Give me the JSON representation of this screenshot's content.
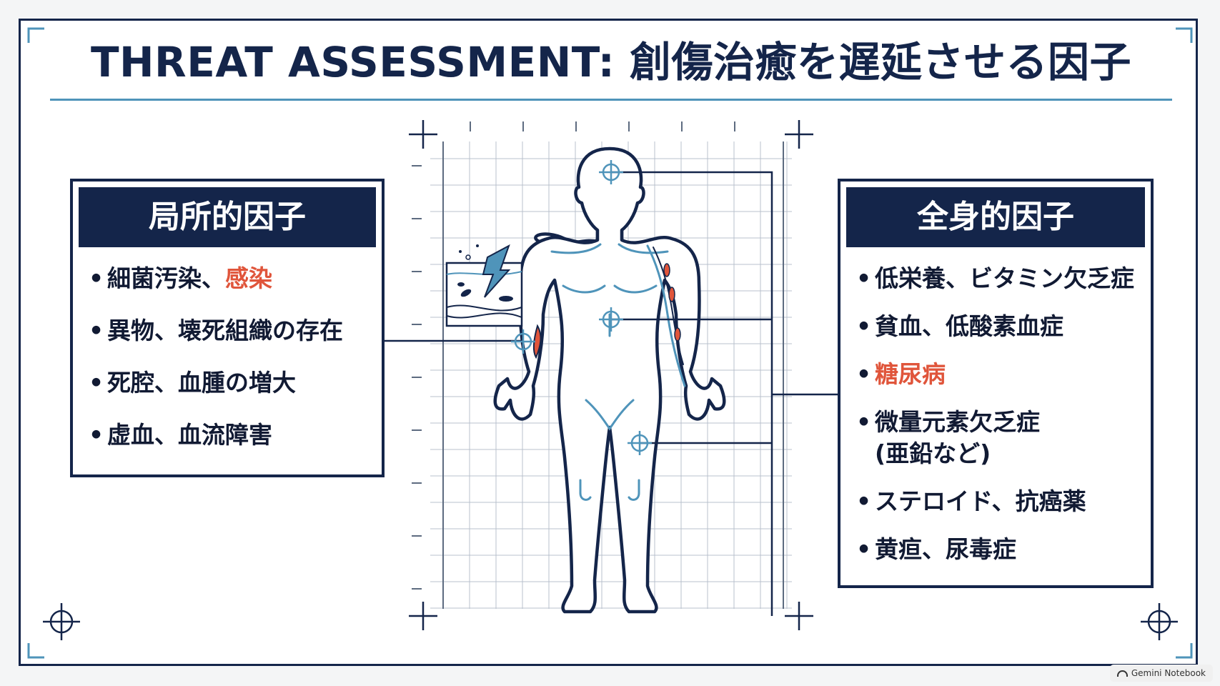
{
  "title": "THREAT ASSESSMENT: 創傷治癒を遅延させる因子",
  "local_factors": {
    "header": "局所的因子",
    "items": [
      {
        "text": "細菌汚染、",
        "highlight": "感染"
      },
      {
        "text": "異物、壊死組織の存在",
        "highlight": ""
      },
      {
        "text": "死腔、血腫の増大",
        "highlight": ""
      },
      {
        "text": "虚血、血流障害",
        "highlight": ""
      }
    ]
  },
  "systemic_factors": {
    "header": "全身的因子",
    "items": [
      {
        "text": "低栄養、ビタミン欠乏症",
        "highlight": ""
      },
      {
        "text": "貧血、低酸素血症",
        "highlight": ""
      },
      {
        "text": "",
        "highlight": "糖尿病"
      },
      {
        "text": "微量元素欠乏症\n(亜鉛など)",
        "highlight": ""
      },
      {
        "text": "ステロイド、抗癌薬",
        "highlight": ""
      },
      {
        "text": "黄疸、尿毒症",
        "highlight": ""
      }
    ]
  },
  "colors": {
    "navy": "#14254a",
    "accent": "#e0553b",
    "blue": "#4f94ba",
    "grid": "#b9c1cc"
  },
  "icons": [
    "crosshair-icon",
    "skin-tissue-icon",
    "human-body-outline"
  ],
  "badge": {
    "label": "Gemini Notebook"
  }
}
